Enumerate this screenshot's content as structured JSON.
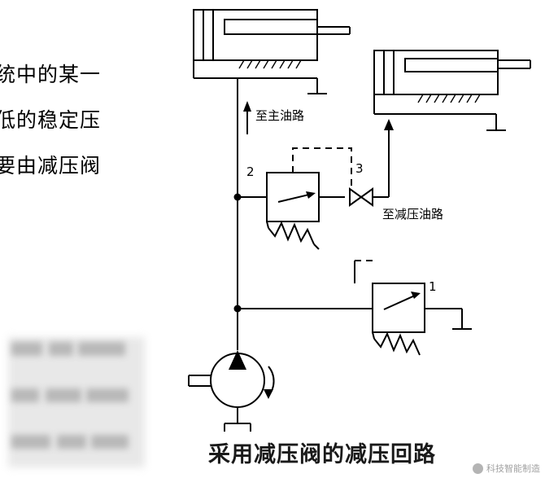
{
  "page": {
    "title_caption": "采用减压阀的减压回路"
  },
  "left_text": {
    "line1": "统中的某一",
    "line2": "低的稳定压",
    "line3": "要由减压阀"
  },
  "diagram": {
    "type": "hydraulic-schematic",
    "labels": {
      "component_2": "2",
      "component_3": "3",
      "component_1": "1",
      "main_circuit": "至主油路",
      "reduced_circuit": "至减压油路"
    },
    "components": [
      {
        "name": "cylinder-top-left",
        "label": ""
      },
      {
        "name": "cylinder-right",
        "label": ""
      },
      {
        "name": "pressure-reducing-valve",
        "label": "2"
      },
      {
        "name": "check-valve",
        "label": "3"
      },
      {
        "name": "relief-valve",
        "label": "1"
      },
      {
        "name": "pump",
        "label": ""
      }
    ],
    "colors": {
      "line": "#000000",
      "background": "#ffffff",
      "caption": "#1a1a1a"
    }
  },
  "watermark": {
    "text": "科技智能制造"
  }
}
